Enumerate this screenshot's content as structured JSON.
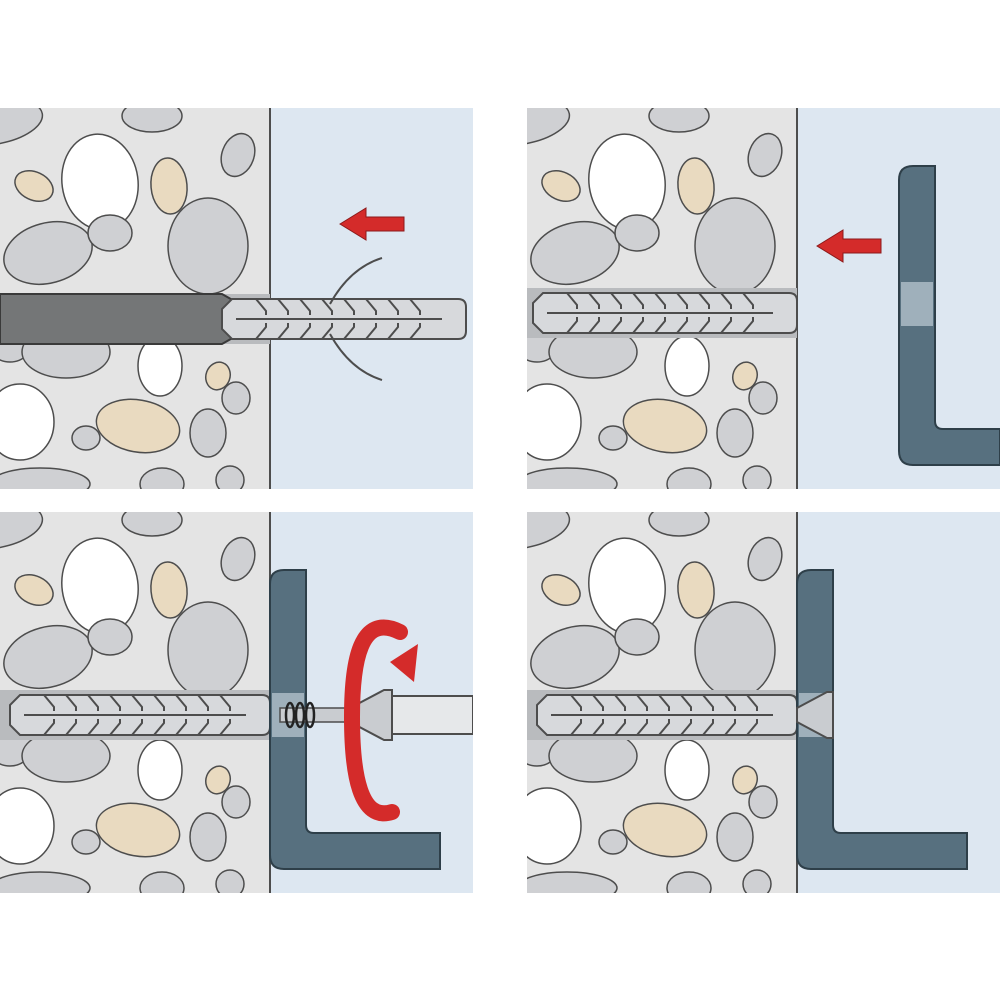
{
  "diagram": {
    "kind": "installation-steps",
    "step_count": 4,
    "steps": [
      {
        "order": 1,
        "action": "insert-plug-into-drilled-hole",
        "motion_icon": "arrow-left-icon"
      },
      {
        "order": 2,
        "action": "position-fixture-against-wall",
        "motion_icon": "arrow-left-icon"
      },
      {
        "order": 3,
        "action": "drive-screw-through-fixture",
        "motion_icon": "rotation-arrow-icon"
      },
      {
        "order": 4,
        "action": "fixture-fastened",
        "motion_icon": ""
      }
    ]
  },
  "colors": {
    "concrete": "#e4e4e4",
    "pebble_grey": "#cfd0d3",
    "pebble_white": "#ffffff",
    "pebble_tan": "#e9dac0",
    "outline": "#4d4d4d",
    "air": "#dde7f1",
    "plug": "#d7d9dc",
    "drill": "#747677",
    "bracket": "#57707f",
    "arrow": "#d42b2a",
    "screw": "#c9ccd0"
  }
}
